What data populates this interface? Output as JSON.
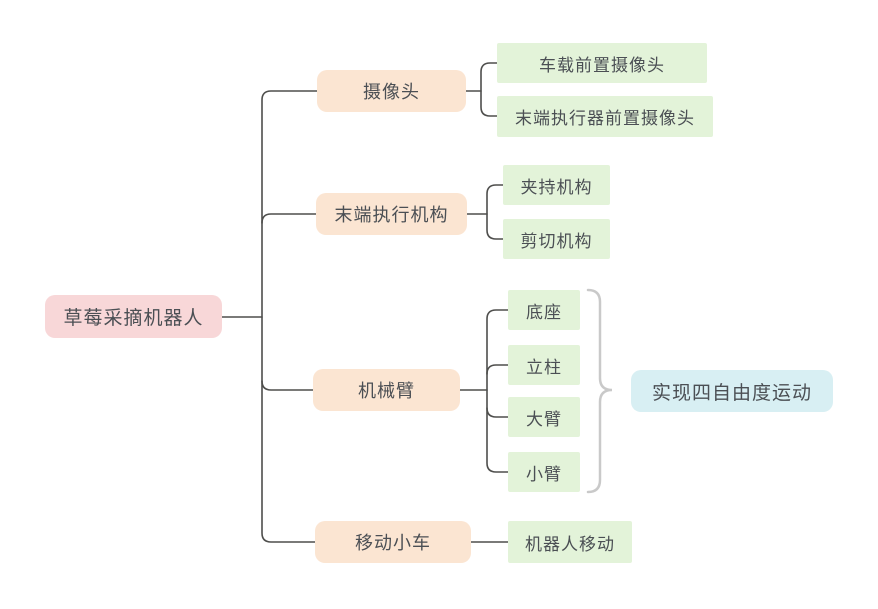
{
  "diagram": {
    "title": "strawberry-picking-robot-mindmap",
    "root": {
      "label": "草莓采摘机器人"
    },
    "branches": [
      {
        "label": "摄像头",
        "children": [
          {
            "label": "车载前置摄像头"
          },
          {
            "label": "末端执行器前置摄像头"
          }
        ]
      },
      {
        "label": "末端执行机构",
        "children": [
          {
            "label": "夹持机构"
          },
          {
            "label": "剪切机构"
          }
        ]
      },
      {
        "label": "机械臂",
        "children": [
          {
            "label": "底座"
          },
          {
            "label": "立柱"
          },
          {
            "label": "大臂"
          },
          {
            "label": "小臂"
          }
        ],
        "annotation": "实现四自由度运动"
      },
      {
        "label": "移动小车",
        "children": [
          {
            "label": "机器人移动"
          }
        ]
      }
    ],
    "colors": {
      "root_bg": "#f8d7d8",
      "branch_bg": "#fbe5d2",
      "leaf_bg": "#e3f3d9",
      "annotation_bg": "#d8eff3",
      "connector": "#4e4e4c",
      "brace": "#c9c9c9",
      "text": "#4b4f54",
      "canvas_bg": "#ffffff"
    }
  }
}
